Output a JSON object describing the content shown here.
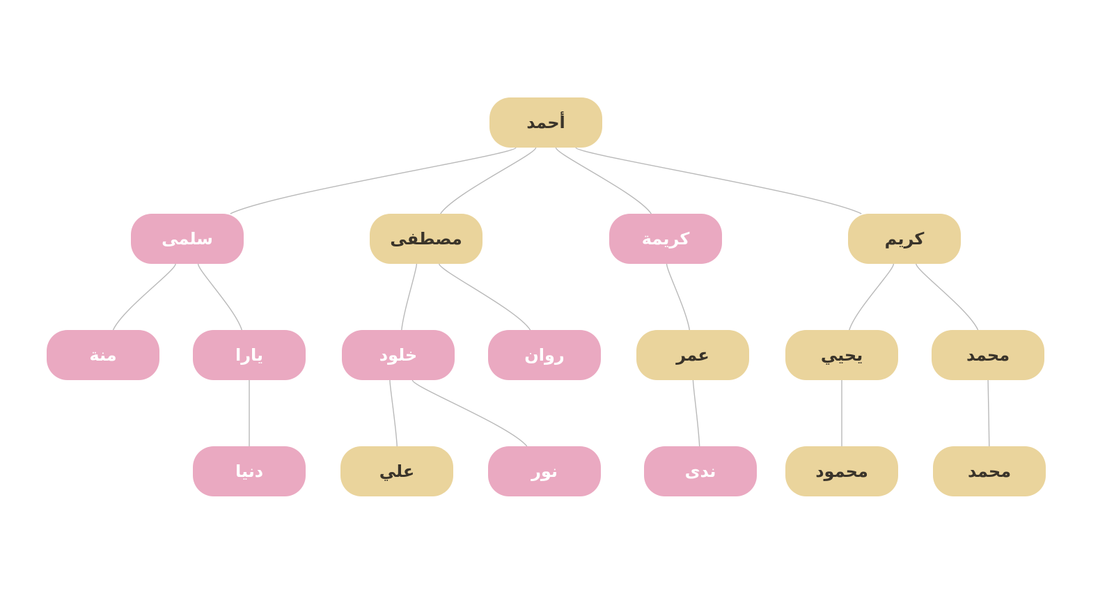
{
  "colors": {
    "male": "#ead49c",
    "female": "#eaa9c1",
    "male_text": "#3a342a",
    "female_text": "#ffffff",
    "edge": "#b9b9b9"
  },
  "tree": {
    "name": "أحمد",
    "gender": "male",
    "children": [
      {
        "name": "كريم",
        "gender": "male",
        "children": [
          {
            "name": "محمد",
            "gender": "male",
            "children": [
              {
                "name": "محمد",
                "gender": "male",
                "children": []
              }
            ]
          },
          {
            "name": "يحيي",
            "gender": "male",
            "children": [
              {
                "name": "محمود",
                "gender": "male",
                "children": []
              }
            ]
          }
        ]
      },
      {
        "name": "كريمة",
        "gender": "female",
        "children": [
          {
            "name": "عمر",
            "gender": "male",
            "children": [
              {
                "name": "ندى",
                "gender": "female",
                "children": []
              }
            ]
          }
        ]
      },
      {
        "name": "مصطفى",
        "gender": "male",
        "children": [
          {
            "name": "روان",
            "gender": "female",
            "children": []
          },
          {
            "name": "خلود",
            "gender": "female",
            "children": [
              {
                "name": "نور",
                "gender": "female",
                "children": []
              },
              {
                "name": "علي",
                "gender": "male",
                "children": []
              }
            ]
          }
        ]
      },
      {
        "name": "سلمى",
        "gender": "female",
        "children": [
          {
            "name": "يارا",
            "gender": "female",
            "children": [
              {
                "name": "دنيا",
                "gender": "female",
                "children": []
              }
            ]
          },
          {
            "name": "منة",
            "gender": "female",
            "children": []
          }
        ]
      }
    ]
  }
}
